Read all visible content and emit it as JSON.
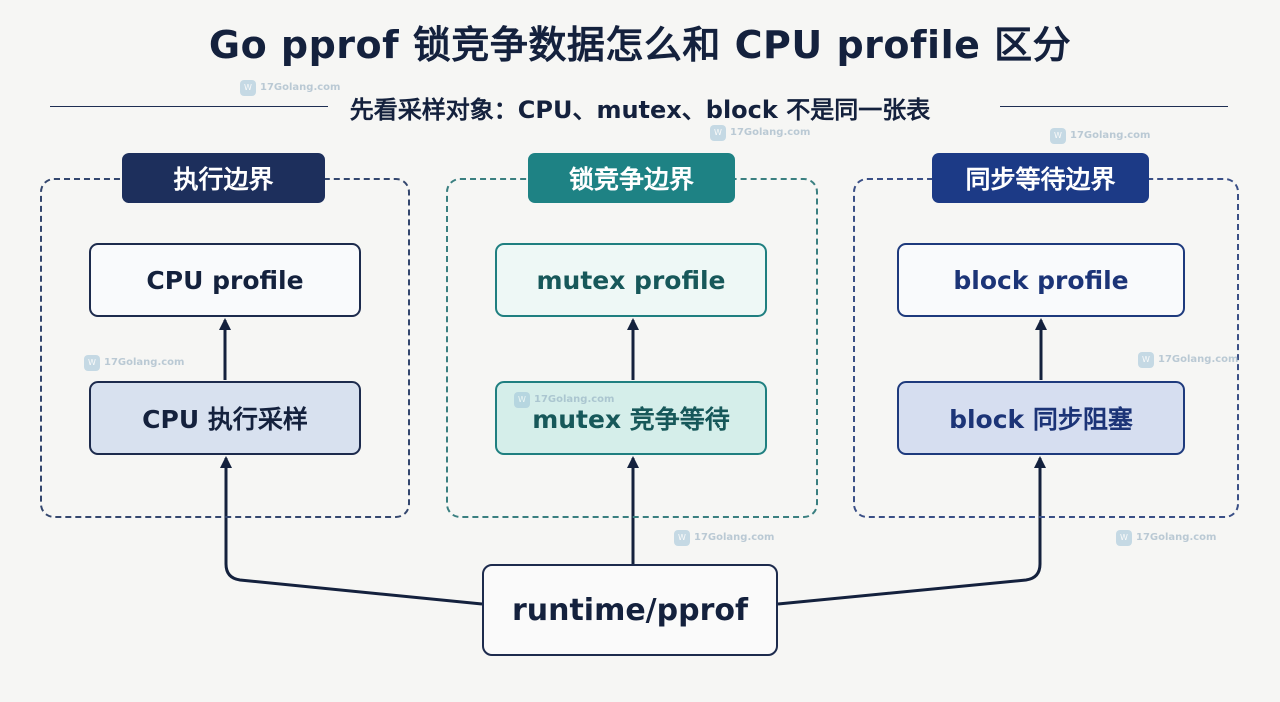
{
  "title": "Go pprof 锁竞争数据怎么和 CPU profile 区分",
  "subtitle": "先看采样对象：CPU、mutex、block 不是同一张表",
  "colors": {
    "navy": "#1d2f5c",
    "teal": "#1e8284",
    "blue": "#1c3a86",
    "background": "#f6f6f4"
  },
  "panels": [
    {
      "tab": "执行边界",
      "profile": "CPU profile",
      "sample": "CPU 执行采样"
    },
    {
      "tab": "锁竞争边界",
      "profile": "mutex profile",
      "sample": "mutex 竞争等待"
    },
    {
      "tab": "同步等待边界",
      "profile": "block profile",
      "sample": "block 同步阻塞"
    }
  ],
  "root": "runtime/pprof",
  "watermark": "17Golang.com"
}
